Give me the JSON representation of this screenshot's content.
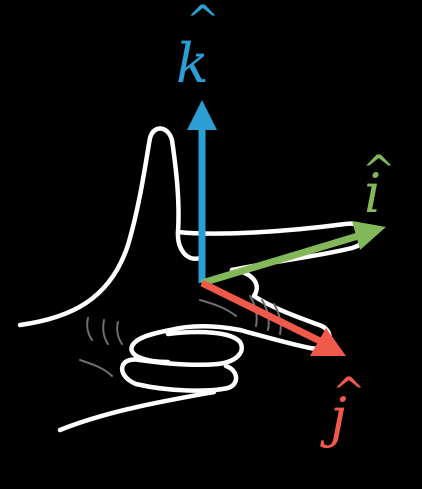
{
  "axes": {
    "k": {
      "label": "k",
      "hat": "^",
      "color": "#2b9fd4"
    },
    "i": {
      "label": "i",
      "hat": "^",
      "color": "#82b85a"
    },
    "j": {
      "label": "j",
      "hat": "^",
      "color": "#f05a4a"
    }
  }
}
